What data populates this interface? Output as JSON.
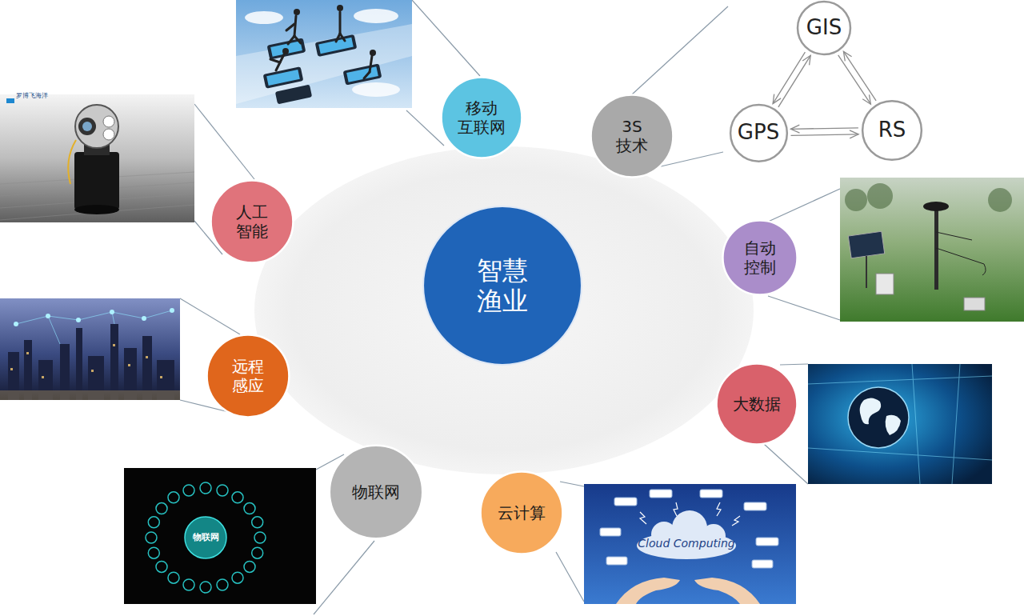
{
  "diagram": {
    "nodes": [
      {
        "text": [
          "GIS"
        ]
      },
      {
        "text": [
          "移动 互联网"
        ]
      },
      {
        "text": [
          "GPS"
        ]
      },
      {
        "text": [
          "RS"
        ]
      },
      {
        "text": [
          "3S 技术"
        ]
      },
      {
        "text": [
          "人工 智能"
        ]
      },
      {
        "text": [
          "自动 控制"
        ]
      },
      {
        "text": [
          "智慧 渔业"
        ]
      },
      {
        "text": [
          "远程 感应"
        ]
      },
      {
        "text": [
          "大数据"
        ]
      },
      {
        "text": [
          "物联网"
        ]
      },
      {
        "text": [
          "云计算"
        ]
      }
    ],
    "edges": [
      {
        "from": 2,
        "to": 0,
        "arrow": "to"
      },
      {
        "from": 0,
        "to": 2,
        "arrow": "to"
      },
      {
        "from": 0,
        "to": 3,
        "arrow": "to"
      },
      {
        "from": 3,
        "to": 0,
        "arrow": "to"
      },
      {
        "from": 2,
        "to": 3,
        "arrow": "to"
      },
      {
        "from": 3,
        "to": 2,
        "arrow": "to"
      }
    ],
    "labels": [
      "罗博飞海洋",
      "物联网",
      "Cloud Computing"
    ]
  }
}
